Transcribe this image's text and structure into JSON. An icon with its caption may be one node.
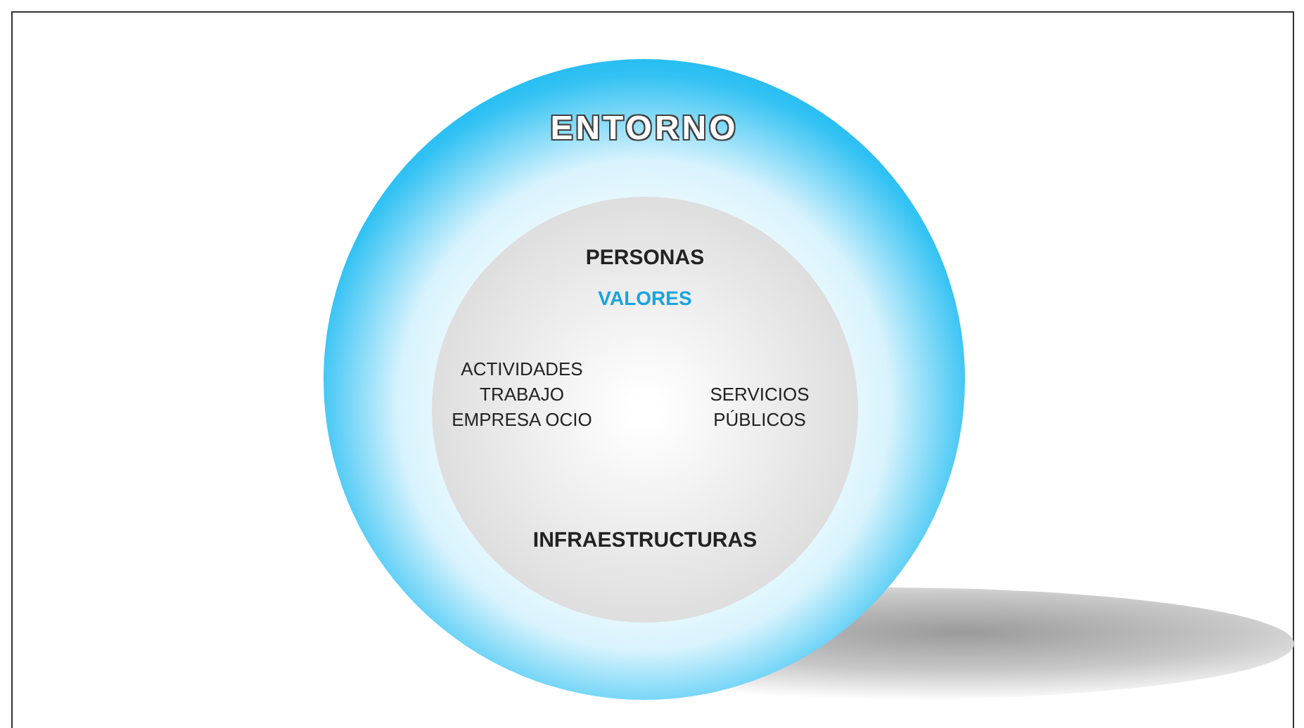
{
  "diagram": {
    "nodes": [
      {
        "text": [
          "ENTORNO"
        ]
      },
      {
        "text": [
          "PERSONAS",
          "VALORES",
          "ACTIVIDADES TRABAJO EMPRESA OCIO",
          "SERVICIOS PÚBLICOS",
          "INFRAESTRUCTURAS"
        ],
        "in": 0
      }
    ]
  }
}
